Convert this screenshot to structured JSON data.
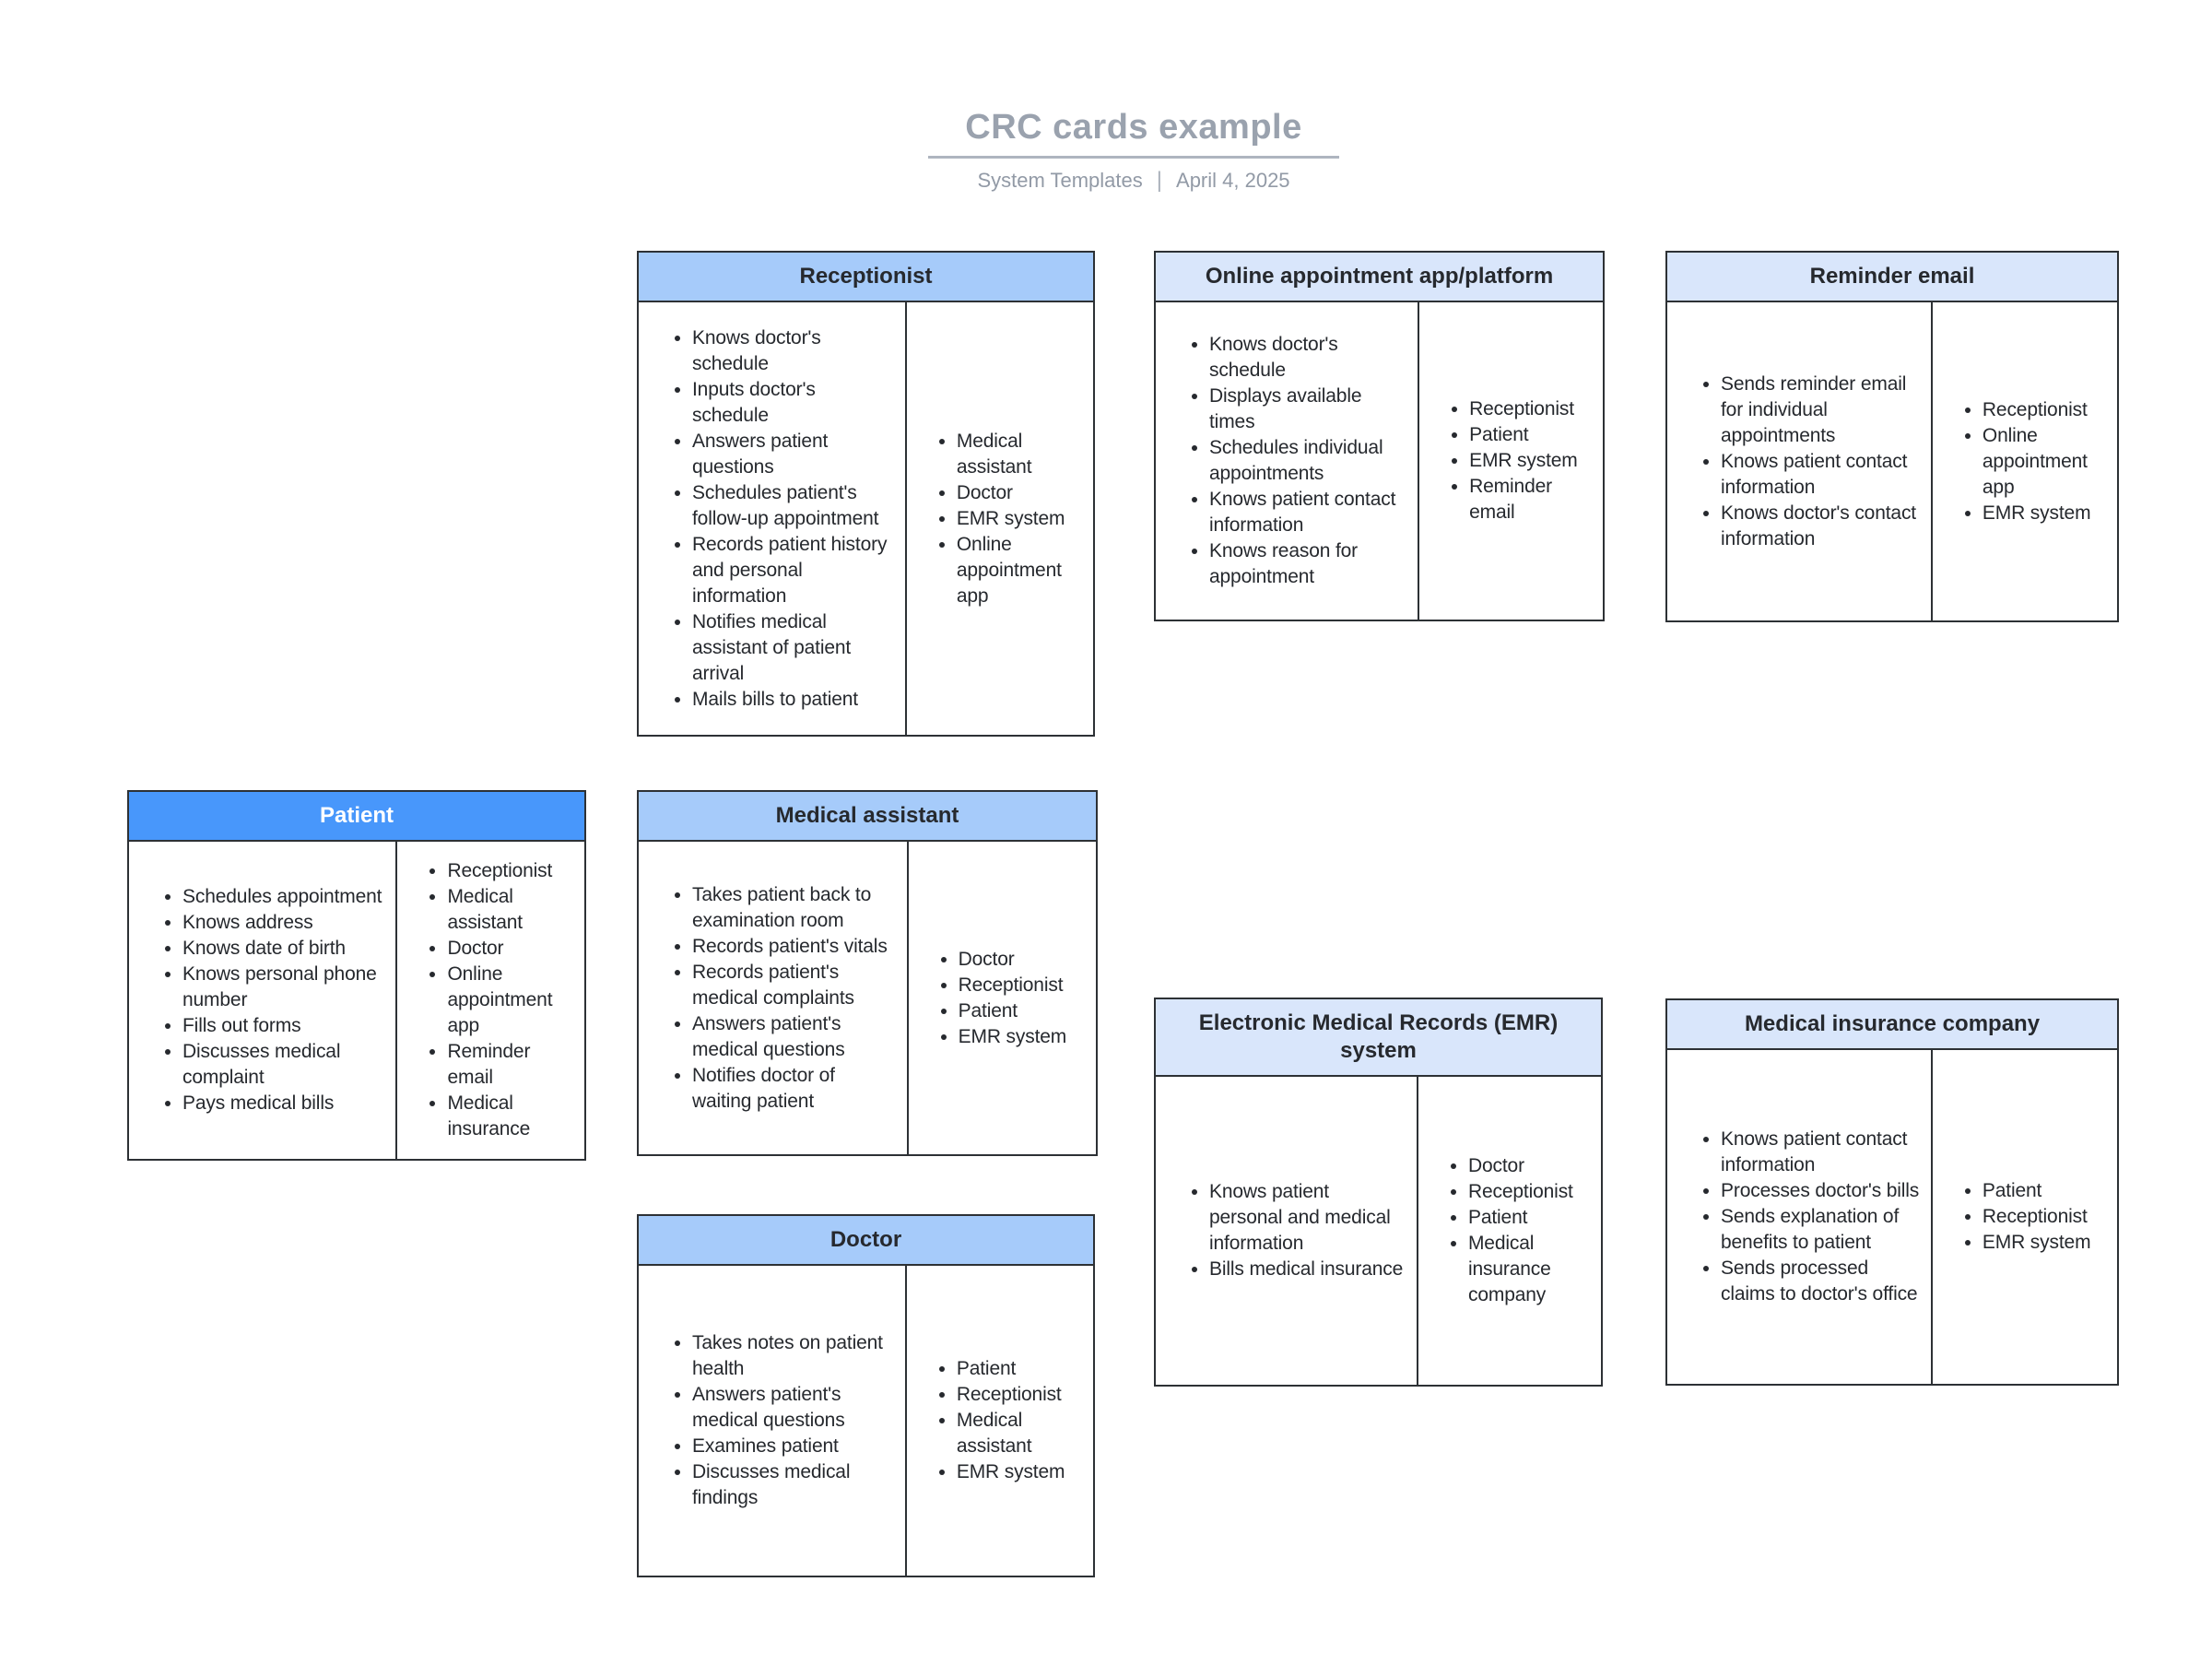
{
  "page": {
    "title": "CRC cards example",
    "subtitle_source": "System Templates",
    "subtitle_separator": "|",
    "subtitle_date": "April 4, 2025"
  },
  "colors": {
    "header_blue": "#4897fb",
    "header_medium_blue": "#a6cbfa",
    "header_light_blue": "#d9e6fb",
    "card_border": "#2d3135",
    "body_text": "#26292e",
    "title_gray": "#9aa2ae"
  },
  "cards": [
    {
      "id": "receptionist",
      "title": "Receptionist",
      "responsibilities": [
        "Knows doctor's schedule",
        "Inputs doctor's schedule",
        "Answers patient questions",
        "Schedules patient's follow-up appointment",
        "Records patient history and personal information",
        "Notifies medical assistant of patient arrival",
        "Mails bills to patient"
      ],
      "collaborators": [
        "Medical assistant",
        "Doctor",
        "EMR system",
        "Online appointment app"
      ]
    },
    {
      "id": "online-appointment",
      "title": "Online appointment app/platform",
      "responsibilities": [
        "Knows doctor's schedule",
        "Displays available times",
        "Schedules individual appointments",
        "Knows patient contact information",
        "Knows reason for appointment"
      ],
      "collaborators": [
        "Receptionist",
        "Patient",
        "EMR system",
        "Reminder email"
      ]
    },
    {
      "id": "reminder-email",
      "title": "Reminder email",
      "responsibilities": [
        "Sends reminder email for individual appointments",
        "Knows patient contact information",
        "Knows doctor's contact information"
      ],
      "collaborators": [
        "Receptionist",
        "Online appointment app",
        "EMR system"
      ]
    },
    {
      "id": "patient",
      "title": "Patient",
      "responsibilities": [
        "Schedules appointment",
        "Knows address",
        "Knows date of birth",
        "Knows personal phone number",
        "Fills out forms",
        "Discusses medical complaint",
        "Pays medical bills"
      ],
      "collaborators": [
        "Receptionist",
        "Medical assistant",
        "Doctor",
        "Online appointment app",
        "Reminder email",
        "Medical insurance"
      ]
    },
    {
      "id": "medical-assistant",
      "title": "Medical assistant",
      "responsibilities": [
        "Takes patient back to examination room",
        "Records patient's vitals",
        "Records patient's medical complaints",
        "Answers patient's medical questions",
        "Notifies doctor of waiting patient"
      ],
      "collaborators": [
        "Doctor",
        "Receptionist",
        "Patient",
        "EMR system"
      ]
    },
    {
      "id": "emr-system",
      "title": "Electronic Medical Records (EMR) system",
      "responsibilities": [
        "Knows patient personal and medical information",
        "Bills medical insurance"
      ],
      "collaborators": [
        "Doctor",
        "Receptionist",
        "Patient",
        "Medical insurance company"
      ]
    },
    {
      "id": "medical-insurance",
      "title": "Medical insurance company",
      "responsibilities": [
        "Knows patient contact information",
        "Processes doctor's bills",
        "Sends explanation of benefits to patient",
        "Sends processed claims to doctor's office"
      ],
      "collaborators": [
        "Patient",
        "Receptionist",
        "EMR system"
      ]
    },
    {
      "id": "doctor",
      "title": "Doctor",
      "responsibilities": [
        "Takes notes on patient health",
        "Answers patient's medical questions",
        "Examines patient",
        "Discusses medical findings"
      ],
      "collaborators": [
        "Patient",
        "Receptionist",
        "Medical assistant",
        "EMR system"
      ]
    }
  ]
}
